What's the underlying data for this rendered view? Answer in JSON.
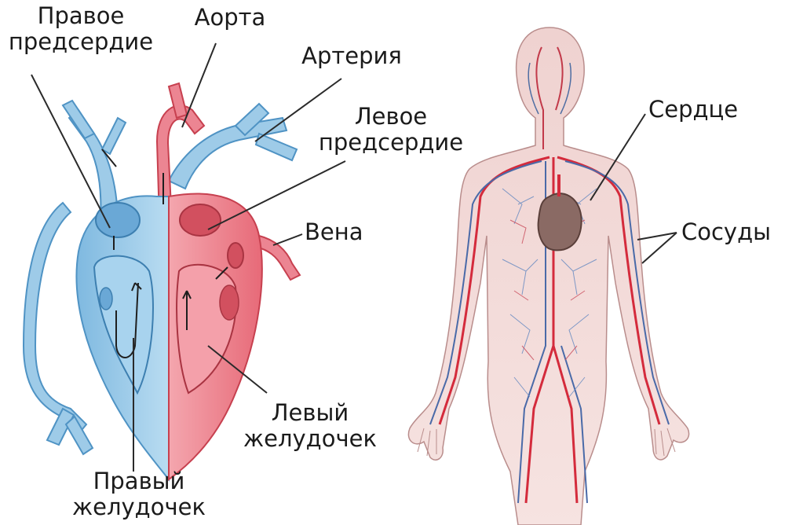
{
  "heart": {
    "right_atrium": [
      "Правое",
      "предсердие"
    ],
    "aorta": "Аорта",
    "artery": "Артерия",
    "left_atrium": [
      "Левое",
      "предсердие"
    ],
    "vein": "Вена",
    "left_ventricle": [
      "Левый",
      "желудочек"
    ],
    "right_ventricle": [
      "Правый",
      "желудочек"
    ]
  },
  "body": {
    "heart_label": "Сердце",
    "vessels_label": "Сосуды"
  },
  "colors": {
    "venous_blue": "#8cc4e6",
    "venous_blue_dark": "#4f93c4",
    "arterial_red": "#e8707e",
    "arterial_red_dark": "#c7404f",
    "skin": "#f3d9d6",
    "leader_line": "#2a2a2a"
  }
}
